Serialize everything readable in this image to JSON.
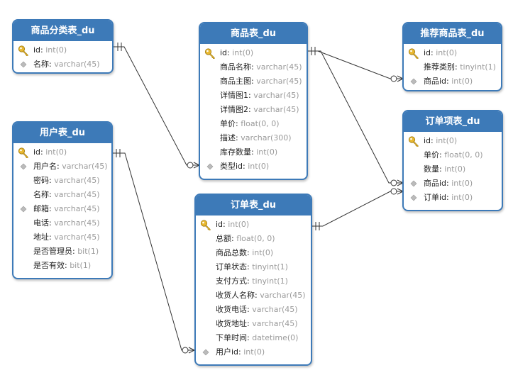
{
  "tables": [
    {
      "id": "category",
      "title": "商品分类表_du",
      "fields": [
        {
          "name": "id",
          "type": "int(0)",
          "icon": "key-icon"
        },
        {
          "name": "名称",
          "type": "varchar(45)",
          "icon": "diamond-icon"
        }
      ]
    },
    {
      "id": "product",
      "title": "商品表_du",
      "fields": [
        {
          "name": "id",
          "type": "int(0)",
          "icon": "key-icon"
        },
        {
          "name": "商品名称",
          "type": "varchar(45)",
          "icon": ""
        },
        {
          "name": "商品主图",
          "type": "varchar(45)",
          "icon": ""
        },
        {
          "name": "详情图1",
          "type": "varchar(45)",
          "icon": ""
        },
        {
          "name": "详情图2",
          "type": "varchar(45)",
          "icon": ""
        },
        {
          "name": "单价",
          "type": "float(0, 0)",
          "icon": ""
        },
        {
          "name": "描述",
          "type": "varchar(300)",
          "icon": ""
        },
        {
          "name": "库存数量",
          "type": "int(0)",
          "icon": ""
        },
        {
          "name": "类型id",
          "type": "int(0)",
          "icon": "diamond-icon"
        }
      ]
    },
    {
      "id": "recommend",
      "title": "推荐商品表_du",
      "fields": [
        {
          "name": "id",
          "type": "int(0)",
          "icon": "key-icon"
        },
        {
          "name": "推荐类别",
          "type": "tinyint(1)",
          "icon": ""
        },
        {
          "name": "商品id",
          "type": "int(0)",
          "icon": "diamond-icon"
        }
      ]
    },
    {
      "id": "user",
      "title": "用户表_du",
      "fields": [
        {
          "name": "id",
          "type": "int(0)",
          "icon": "key-icon"
        },
        {
          "name": "用户名",
          "type": "varchar(45)",
          "icon": "diamond-icon"
        },
        {
          "name": "密码",
          "type": "varchar(45)",
          "icon": ""
        },
        {
          "name": "名称",
          "type": "varchar(45)",
          "icon": ""
        },
        {
          "name": "邮箱",
          "type": "varchar(45)",
          "icon": "diamond-icon"
        },
        {
          "name": "电话",
          "type": "varchar(45)",
          "icon": ""
        },
        {
          "name": "地址",
          "type": "varchar(45)",
          "icon": ""
        },
        {
          "name": "是否管理员",
          "type": "bit(1)",
          "icon": ""
        },
        {
          "name": "是否有效",
          "type": "bit(1)",
          "icon": ""
        }
      ]
    },
    {
      "id": "orderitem",
      "title": "订单项表_du",
      "fields": [
        {
          "name": "id",
          "type": "int(0)",
          "icon": "key-icon"
        },
        {
          "name": "单价",
          "type": "float(0, 0)",
          "icon": ""
        },
        {
          "name": "数量",
          "type": "int(0)",
          "icon": ""
        },
        {
          "name": "商品id",
          "type": "int(0)",
          "icon": "diamond-icon"
        },
        {
          "name": "订单id",
          "type": "int(0)",
          "icon": "diamond-icon"
        }
      ]
    },
    {
      "id": "order",
      "title": "订单表_du",
      "fields": [
        {
          "name": "id",
          "type": "int(0)",
          "icon": "key-icon"
        },
        {
          "name": "总额",
          "type": "float(0, 0)",
          "icon": ""
        },
        {
          "name": "商品总数",
          "type": "int(0)",
          "icon": ""
        },
        {
          "name": "订单状态",
          "type": "tinyint(1)",
          "icon": ""
        },
        {
          "name": "支付方式",
          "type": "tinyint(1)",
          "icon": ""
        },
        {
          "name": "收货人名称",
          "type": "varchar(45)",
          "icon": ""
        },
        {
          "name": "收货电话",
          "type": "varchar(45)",
          "icon": ""
        },
        {
          "name": "收货地址",
          "type": "varchar(45)",
          "icon": ""
        },
        {
          "name": "下单时间",
          "type": "datetime(0)",
          "icon": ""
        },
        {
          "name": "用户id",
          "type": "int(0)",
          "icon": "diamond-icon"
        }
      ]
    }
  ],
  "relations": [
    {
      "from": "category.id",
      "to": "product.类型id",
      "cardinality": "one-to-many"
    },
    {
      "from": "product.id",
      "to": "recommend.商品id",
      "cardinality": "one-to-many"
    },
    {
      "from": "product.id",
      "to": "orderitem.商品id",
      "cardinality": "one-to-many"
    },
    {
      "from": "user.id",
      "to": "order.用户id",
      "cardinality": "one-to-many"
    },
    {
      "from": "order.id",
      "to": "orderitem.订单id",
      "cardinality": "one-to-many"
    }
  ],
  "colors": {
    "header": "#3d7ab8",
    "border": "#3d7ab8",
    "field_type": "#9a9a9a",
    "key": "#e8b830",
    "diamond": "#bbbbbb",
    "line": "#333333"
  }
}
